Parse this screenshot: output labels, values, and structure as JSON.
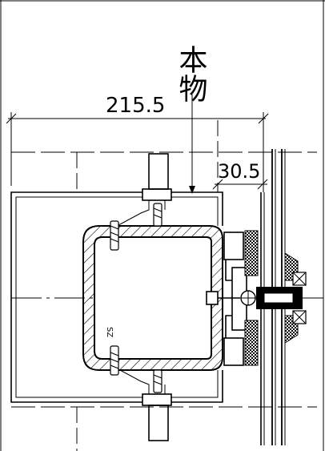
{
  "dimensions": {
    "overall_width": "215.5",
    "offset": "30.5"
  },
  "labels": {
    "material_callout": "本物",
    "profile_mark": "SZ"
  }
}
